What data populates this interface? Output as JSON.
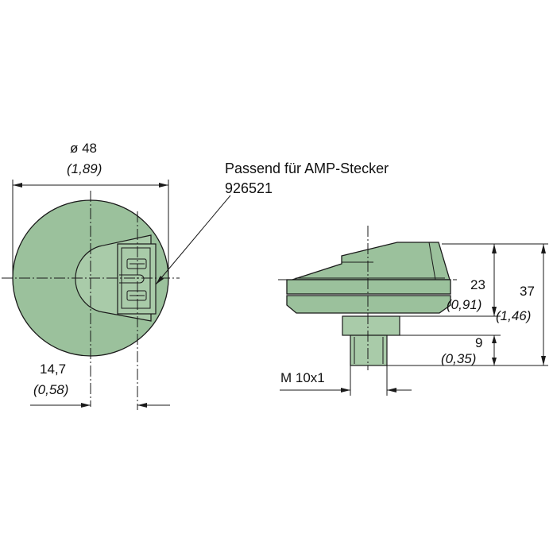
{
  "colors": {
    "body": "#9bc19c",
    "line": "#1a1a1a",
    "background": "#ffffff"
  },
  "annotations": {
    "diameter_mm": "ø 48",
    "diameter_in": "(1,89)",
    "note_line1": "Passend für AMP-Stecker",
    "note_line2": "926521",
    "offset_mm": "14,7",
    "offset_in": "(0,58)",
    "height23_mm": "23",
    "height23_in": "(0,91)",
    "height37_mm": "37",
    "height37_in": "(1,46)",
    "thread_len_mm": "9",
    "thread_len_in": "(0,35)",
    "thread": "M 10x1"
  }
}
